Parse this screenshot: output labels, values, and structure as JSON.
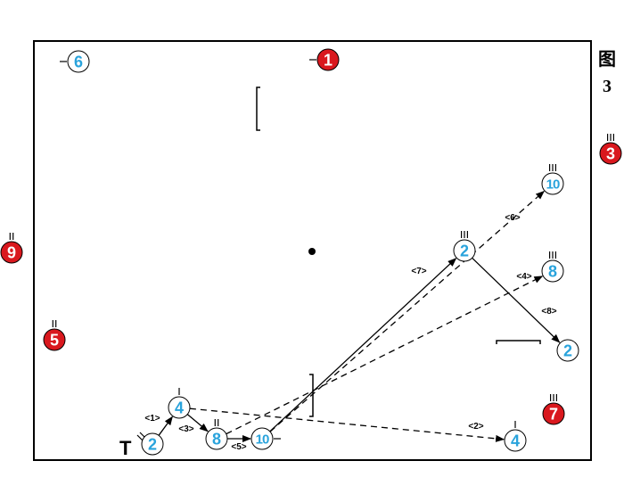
{
  "figure": {
    "label_top": "图",
    "label_num": "3"
  },
  "colors": {
    "own": "#29a3dc",
    "opponent": "#d9181e",
    "line": "#000000",
    "field": "#ffffff"
  },
  "players_own": [
    {
      "id": "own-2-bottom",
      "number": "2",
      "marks": "="
    },
    {
      "id": "own-4-left",
      "number": "4",
      "marks": "|"
    },
    {
      "id": "own-8-bottom",
      "number": "8",
      "marks": "||"
    },
    {
      "id": "own-10-bottom",
      "number": "10",
      "marks": "="
    },
    {
      "id": "own-2-mid",
      "number": "2",
      "marks": "|||"
    },
    {
      "id": "own-10-top",
      "number": "10",
      "marks": "|||"
    },
    {
      "id": "own-8-right",
      "number": "8",
      "marks": "|||"
    },
    {
      "id": "own-2-right",
      "number": "2",
      "marks": ""
    },
    {
      "id": "own-4-right",
      "number": "4",
      "marks": "|"
    },
    {
      "id": "own-6-corner",
      "number": "6",
      "marks": "-"
    }
  ],
  "players_opponent": [
    {
      "id": "opp-1",
      "number": "1",
      "marks": "="
    },
    {
      "id": "opp-3",
      "number": "3",
      "marks": "|||"
    },
    {
      "id": "opp-9",
      "number": "9",
      "marks": "||"
    },
    {
      "id": "opp-5",
      "number": "5",
      "marks": "||"
    },
    {
      "id": "opp-7",
      "number": "7",
      "marks": "|||"
    }
  ],
  "arrows": [
    {
      "from": "own-2-bottom",
      "to": "own-4-left",
      "style": "solid",
      "label": "<1>"
    },
    {
      "from": "own-4-left",
      "to": "own-4-right",
      "style": "dashed",
      "label": "<2>"
    },
    {
      "from": "own-4-left",
      "to": "own-8-bottom",
      "style": "solid",
      "label": "<3>"
    },
    {
      "from": "own-8-bottom",
      "to": "own-8-right",
      "style": "dashed",
      "label": "<4>"
    },
    {
      "from": "own-8-bottom",
      "to": "own-10-bottom",
      "style": "solid",
      "label": "<5>"
    },
    {
      "from": "own-10-bottom",
      "to": "own-10-top",
      "style": "dashed",
      "label": "<6>"
    },
    {
      "from": "own-10-bottom",
      "to": "own-2-mid",
      "style": "solid",
      "label": "<7>"
    },
    {
      "from": "own-2-mid",
      "to": "own-2-right",
      "style": "solid",
      "label": "<8>"
    }
  ],
  "markers": {
    "tee": "T"
  }
}
